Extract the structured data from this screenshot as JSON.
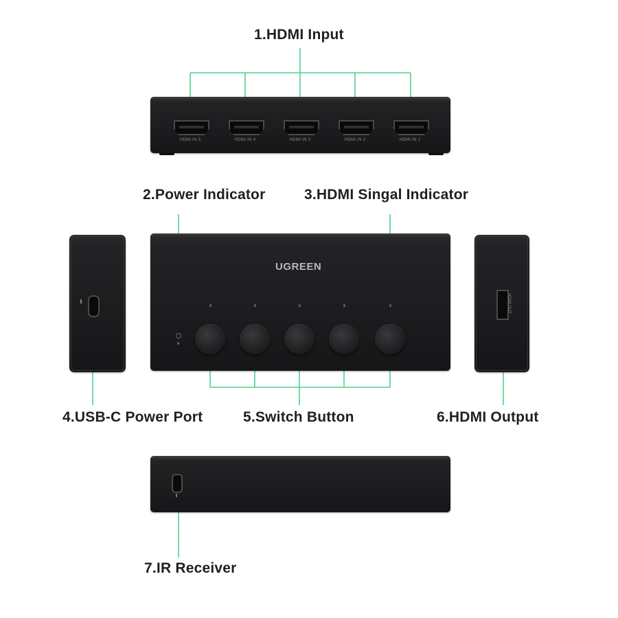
{
  "labels": {
    "hdmi_input": "1.HDMI Input",
    "power_indicator": "2.Power Indicator",
    "hdmi_signal_indicator": "3.HDMI Singal Indicator",
    "usbc_power_port": "4.USB-C Power Port",
    "switch_button": "5.Switch Button",
    "hdmi_output": "6.HDMI Output",
    "ir_receiver": "7.IR Receiver"
  },
  "device": {
    "brand": "UGREEN",
    "input_ports": [
      "HDMI IN 5",
      "HDMI IN 4",
      "HDMI IN 3",
      "HDMI IN 2",
      "HDMI IN 1"
    ],
    "output_port": "HDMI OUT"
  },
  "colors": {
    "callout_line": "#2ecc71",
    "device_body": "#1c1c1e",
    "label_text": "#1f1f1f"
  }
}
